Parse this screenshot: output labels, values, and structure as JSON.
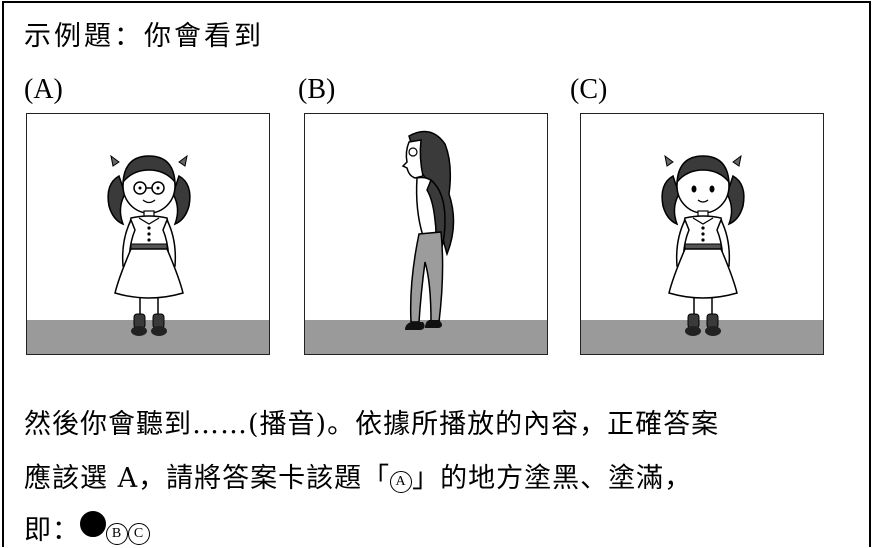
{
  "heading": "示例題：你會看到",
  "options": [
    {
      "label": "(A)",
      "figure": "girl-with-glasses-pigtails"
    },
    {
      "label": "(B)",
      "figure": "woman-side-view-long-hair"
    },
    {
      "label": "(C)",
      "figure": "girl-pigtails-no-glasses"
    }
  ],
  "instructions": {
    "line1": "然後你會聽到……(播音)。依據所播放的內容，正確答案",
    "line2_part1": "應該選 A，請將答案卡該題「",
    "line2_bubble": "A",
    "line2_part2": "」的地方塗黑、塗滿，",
    "line3_prefix": "即：",
    "bubble_b": "B",
    "bubble_c": "C"
  },
  "colors": {
    "floor": "#9a9a9a",
    "border": "#000000"
  }
}
